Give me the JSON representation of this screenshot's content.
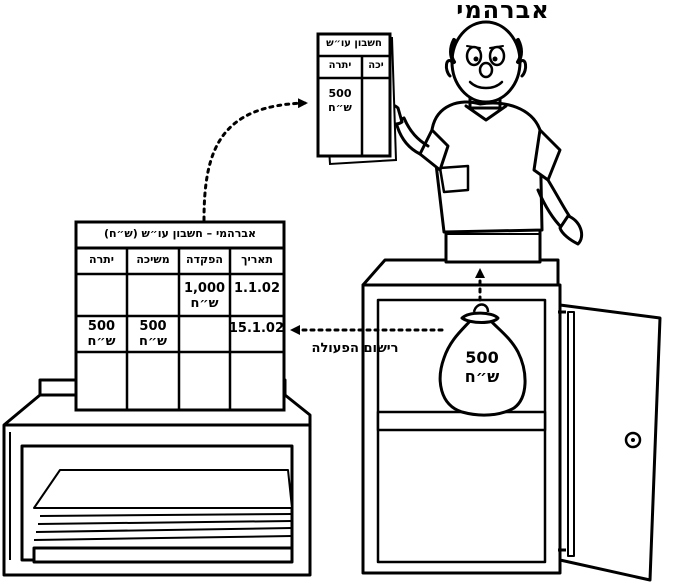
{
  "character_name": "אברהמי",
  "small_sheet": {
    "title": "חשבון עו״ש",
    "columns": [
      "יכה",
      "יתרה"
    ],
    "balance_value": "500",
    "balance_unit": "ש״ח"
  },
  "ledger": {
    "title": "אברהמי – חשבון עו״ש (ש״ח)",
    "columns": [
      "תאריך",
      "הפקדה",
      "משיכה",
      "יתרה"
    ],
    "rows": [
      {
        "date": "1.1.02",
        "deposit": "1,000",
        "deposit_unit": "ש״ח",
        "withdrawal": "",
        "withdrawal_unit": "",
        "balance": "",
        "balance_unit": ""
      },
      {
        "date": "15.1.02",
        "deposit": "",
        "deposit_unit": "",
        "withdrawal": "500",
        "withdrawal_unit": "ש״ח",
        "balance": "500",
        "balance_unit": "ש״ח"
      }
    ]
  },
  "money_bag": {
    "amount": "500",
    "unit": "ש״ח"
  },
  "arrow_caption": "רישום הפעולה"
}
